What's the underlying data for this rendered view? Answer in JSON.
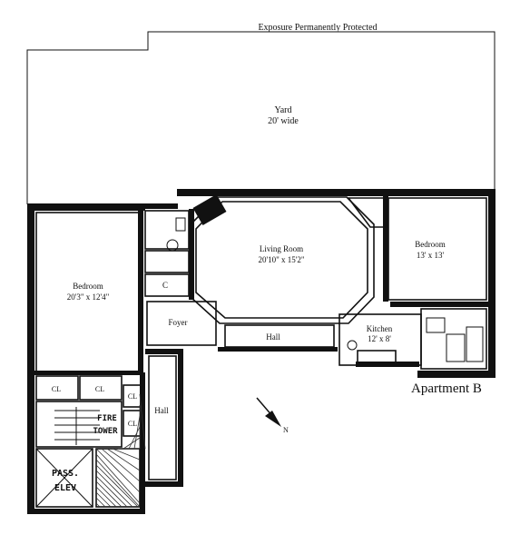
{
  "header": {
    "exposure": "Exposure Permanently Protected"
  },
  "rooms": {
    "yard": {
      "name": "Yard",
      "dim": "20' wide"
    },
    "bedroom_left": {
      "name": "Bedroom",
      "dim": "20'3\" x 12'4\""
    },
    "living_room": {
      "name": "Living Room",
      "dim": "20'10\" x 15'2\""
    },
    "bedroom_right": {
      "name": "Bedroom",
      "dim": "13' x 13'"
    },
    "kitchen": {
      "name": "Kitchen",
      "dim": "12' x 8'"
    },
    "foyer": {
      "name": "Foyer"
    },
    "hall_main": {
      "name": "Hall"
    },
    "hall_side": {
      "name": "Hall"
    },
    "closets": [
      "CL",
      "CL",
      "CL",
      "CL"
    ],
    "closet_small": "C",
    "fire_tower": {
      "line1": "FIRE",
      "line2": "TOWER"
    },
    "pass_elev": {
      "line1": "PASS.",
      "line2": "ELEV"
    }
  },
  "apartment_label": "Apartment B",
  "compass": {
    "label": "N"
  }
}
